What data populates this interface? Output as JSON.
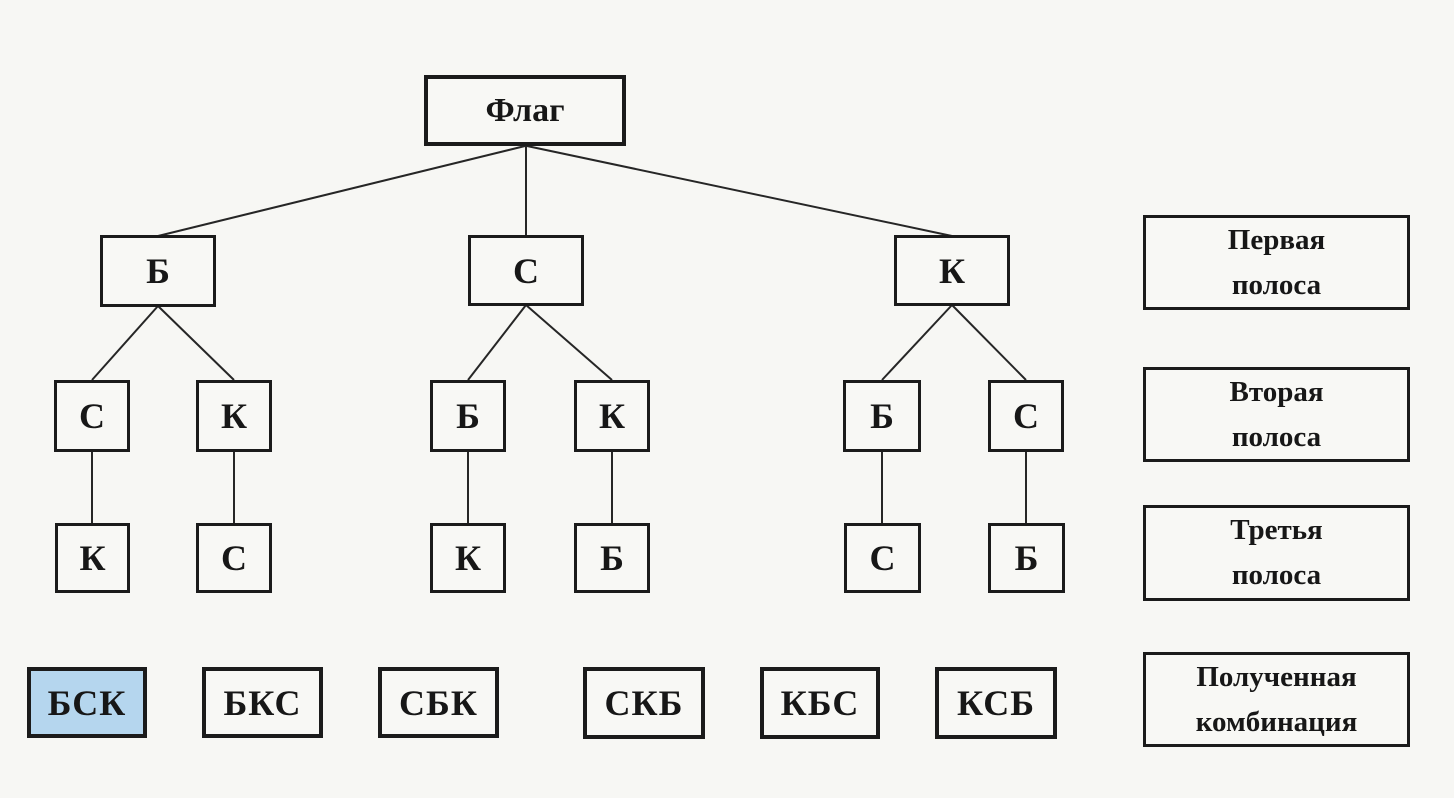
{
  "diagram_title": "Flag stripe combinations tree",
  "palette": {
    "background": "#f7f7f4",
    "box_border": "#1b1b1b",
    "box_fill": "#f8f8f5",
    "highlight_fill": "#b5d6ee",
    "line_color": "#262626",
    "text_color": "#171717"
  },
  "tree": {
    "root": {
      "label": "Флаг"
    },
    "branches": [
      {
        "first": "Б",
        "children": [
          {
            "second": "С",
            "third": "К"
          },
          {
            "second": "К",
            "third": "С"
          }
        ]
      },
      {
        "first": "С",
        "children": [
          {
            "second": "Б",
            "third": "К"
          },
          {
            "second": "К",
            "third": "Б"
          }
        ]
      },
      {
        "first": "К",
        "children": [
          {
            "second": "Б",
            "third": "С"
          },
          {
            "second": "С",
            "third": "Б"
          }
        ]
      }
    ]
  },
  "combinations": [
    {
      "label": "БСК",
      "highlighted": true
    },
    {
      "label": "БКС",
      "highlighted": false
    },
    {
      "label": "СБК",
      "highlighted": false
    },
    {
      "label": "СКБ",
      "highlighted": false
    },
    {
      "label": "КБС",
      "highlighted": false
    },
    {
      "label": "КСБ",
      "highlighted": false
    }
  ],
  "side_labels": [
    {
      "lines": [
        "Первая",
        "полоса"
      ]
    },
    {
      "lines": [
        "Вторая",
        "полоса"
      ]
    },
    {
      "lines": [
        "Третья",
        "полоса"
      ]
    },
    {
      "lines": [
        "Полученная",
        "комбинация"
      ]
    }
  ]
}
